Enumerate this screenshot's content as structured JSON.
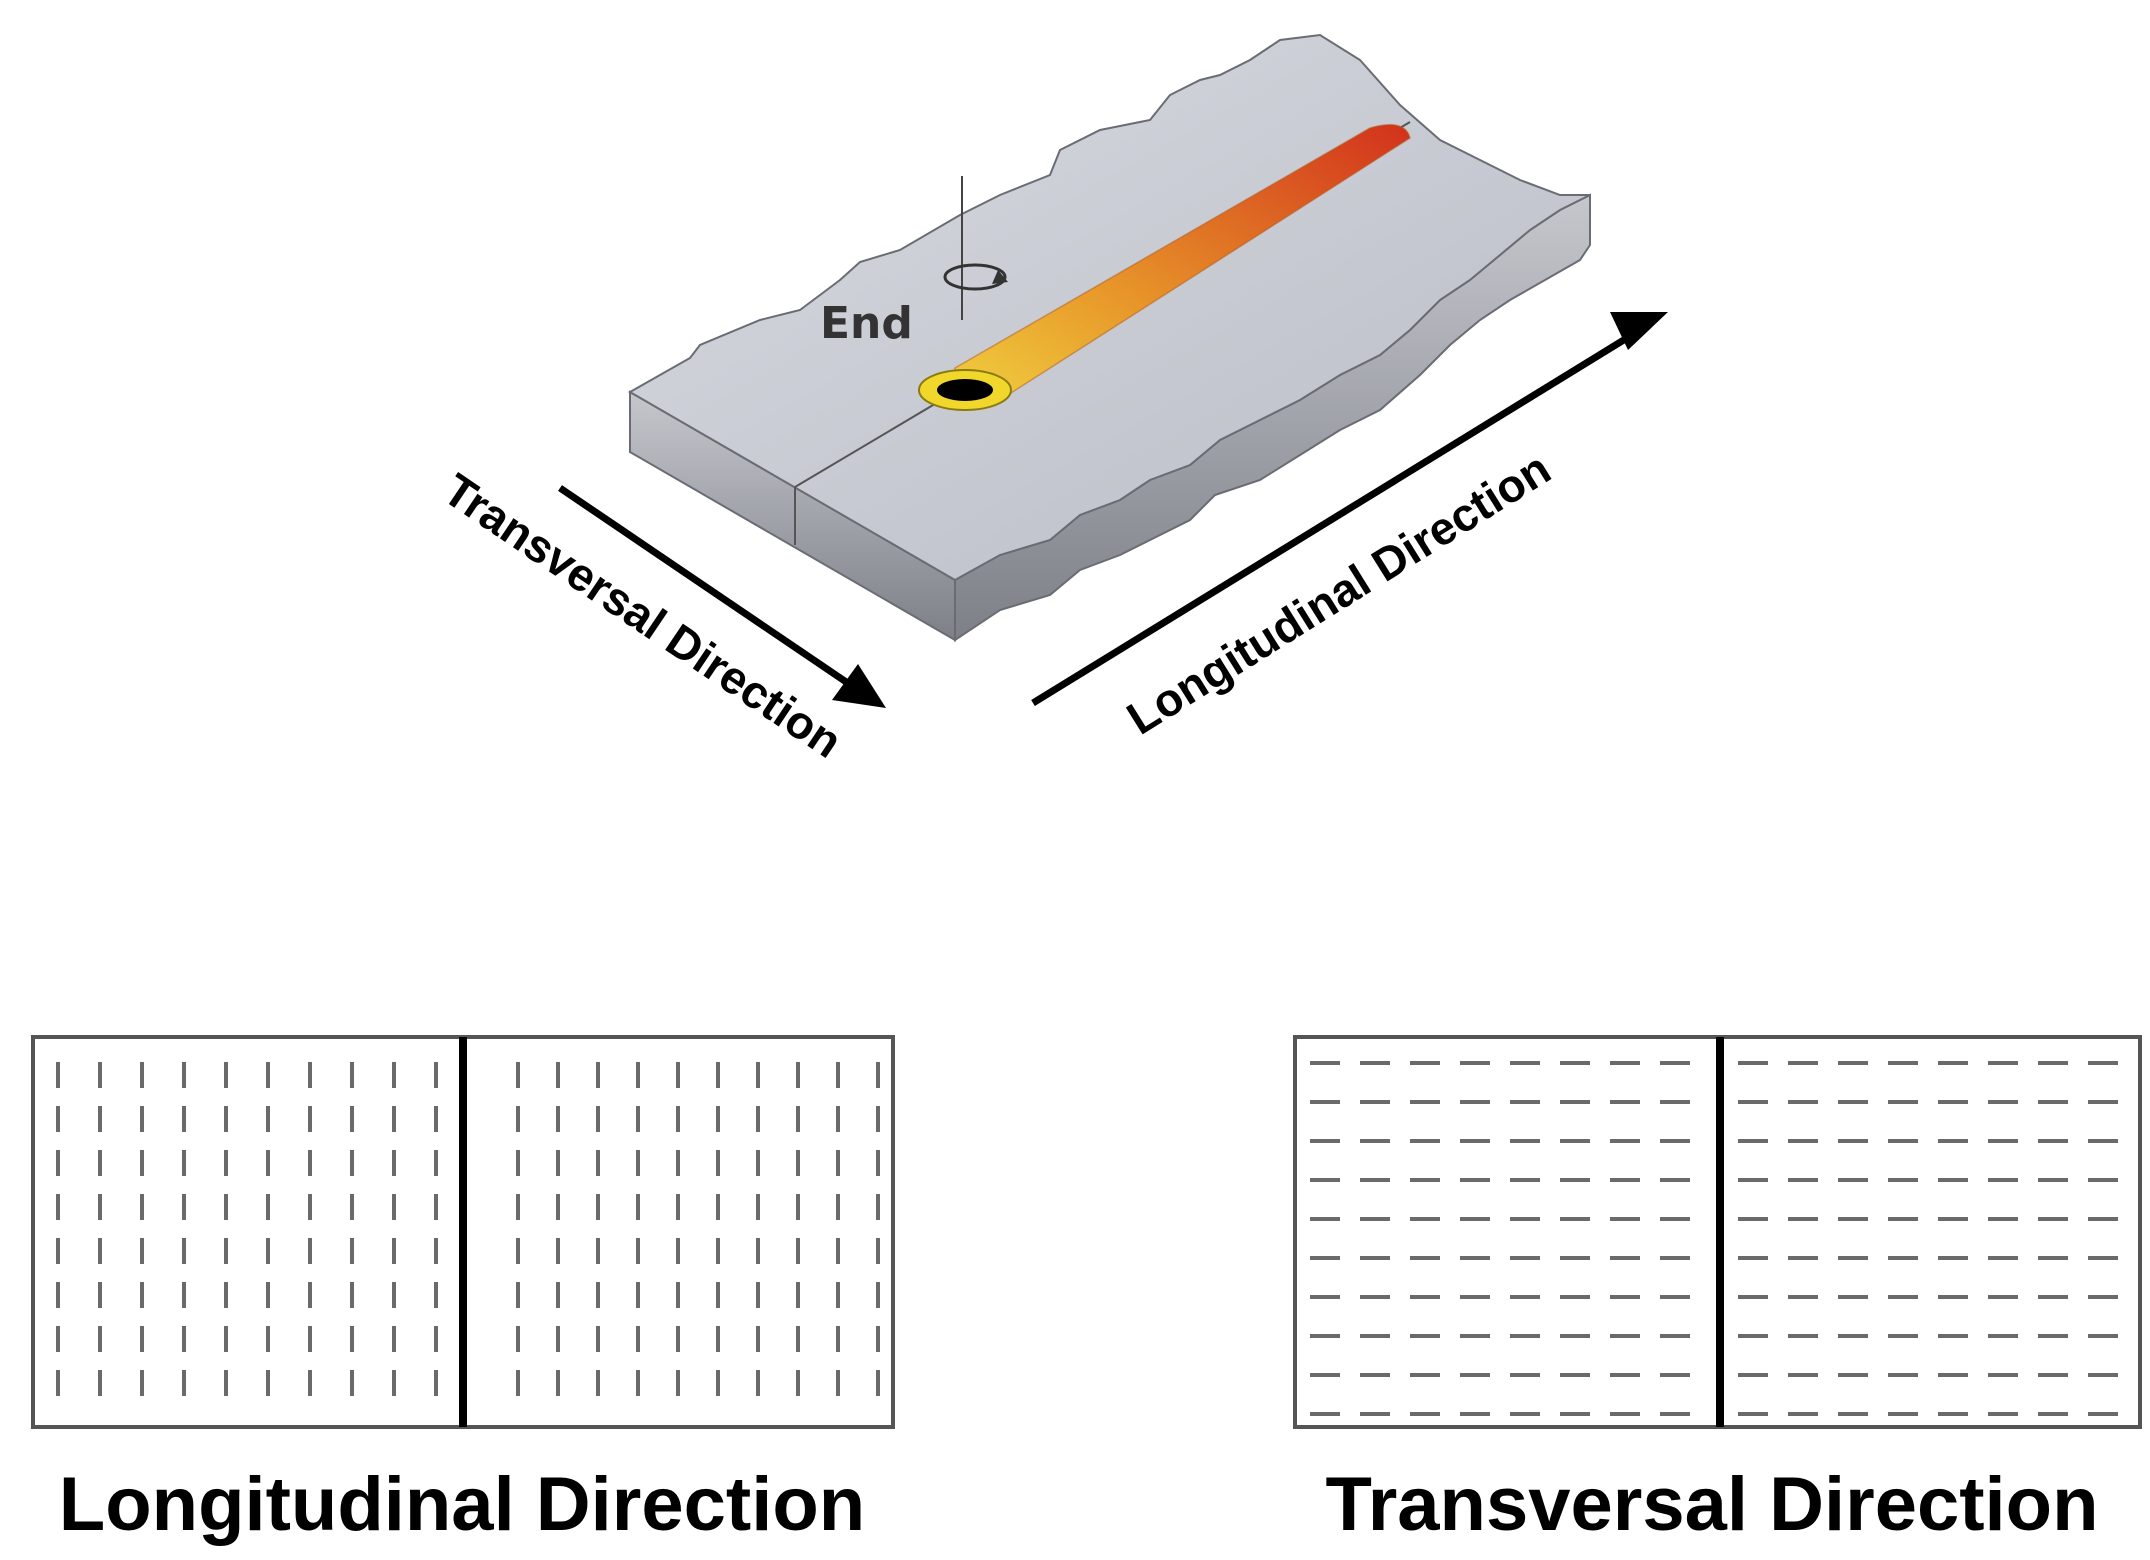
{
  "top_figure": {
    "end_label": "End",
    "transversal_arrow_label": "Transversal Direction",
    "longitudinal_arrow_label": "Longitudinal Direction"
  },
  "panels": [
    {
      "caption": "Longitudinal Direction",
      "pattern": "vertical-dashes"
    },
    {
      "caption": "Transversal Direction",
      "pattern": "horizontal-dashes"
    }
  ],
  "colors": {
    "plate_top": "#c9cbd3",
    "plate_side": "#9a9ca4",
    "weld_start": "#e8c23a",
    "weld_end": "#d63a1e",
    "dash": "#6a6a6a"
  }
}
